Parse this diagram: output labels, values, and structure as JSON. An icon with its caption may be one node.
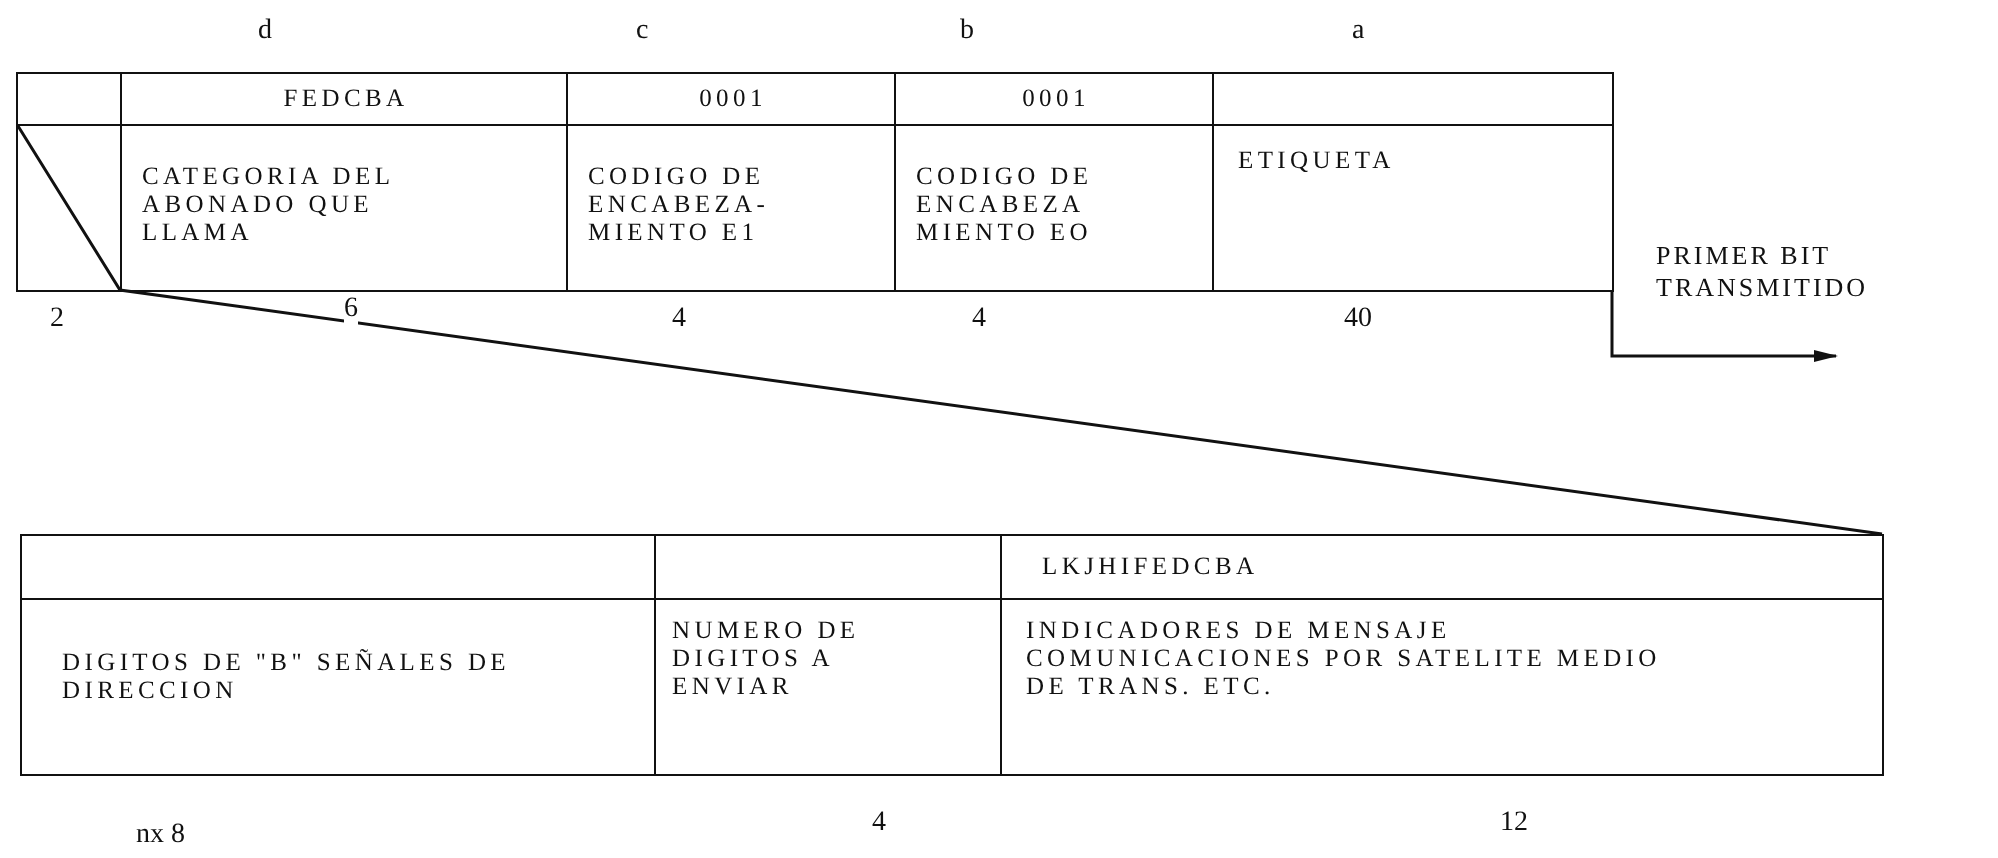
{
  "diagram": {
    "nodes": [
      {
        "text": [],
        "shape": "box"
      },
      {
        "text": [
          "FEDCBA"
        ]
      },
      {
        "text": [
          "0001"
        ]
      },
      {
        "text": [
          "0001"
        ]
      },
      {
        "text": [],
        "shape": "box"
      },
      {
        "text": [],
        "shape": "box"
      },
      {
        "text": [
          "CATEGORIA DEL ABONADO QUE LLAMA"
        ]
      },
      {
        "text": [
          "CODIGO DE ENCABEZA- MIENTO E1"
        ]
      },
      {
        "text": [
          "CODIGO DE ENCABEZA MIENTO EO"
        ]
      },
      {
        "text": [
          "ETIQUETA"
        ]
      },
      {
        "text": [],
        "shape": "box"
      },
      {
        "text": [],
        "shape": "box"
      },
      {
        "text": [
          "LKJHIFEDCBA"
        ]
      },
      {
        "text": [
          "DIGITOS DE \"B\" SEÑALES DE DIRECCION"
        ]
      },
      {
        "text": [
          "NUMERO DE DIGITOS A ENVIAR"
        ]
      },
      {
        "text": [
          "INDICADORES DE MENSAJE COMUNICACIONES POR SATELITE MEDIO DE TRANS. ETC."
        ]
      }
    ],
    "labels": [
      "d",
      "c",
      "b",
      "a",
      "PRIMER BIT TRANSMITIDO",
      "2",
      "6",
      "4",
      "4",
      "40",
      "nx 8",
      "4",
      "12"
    ]
  }
}
